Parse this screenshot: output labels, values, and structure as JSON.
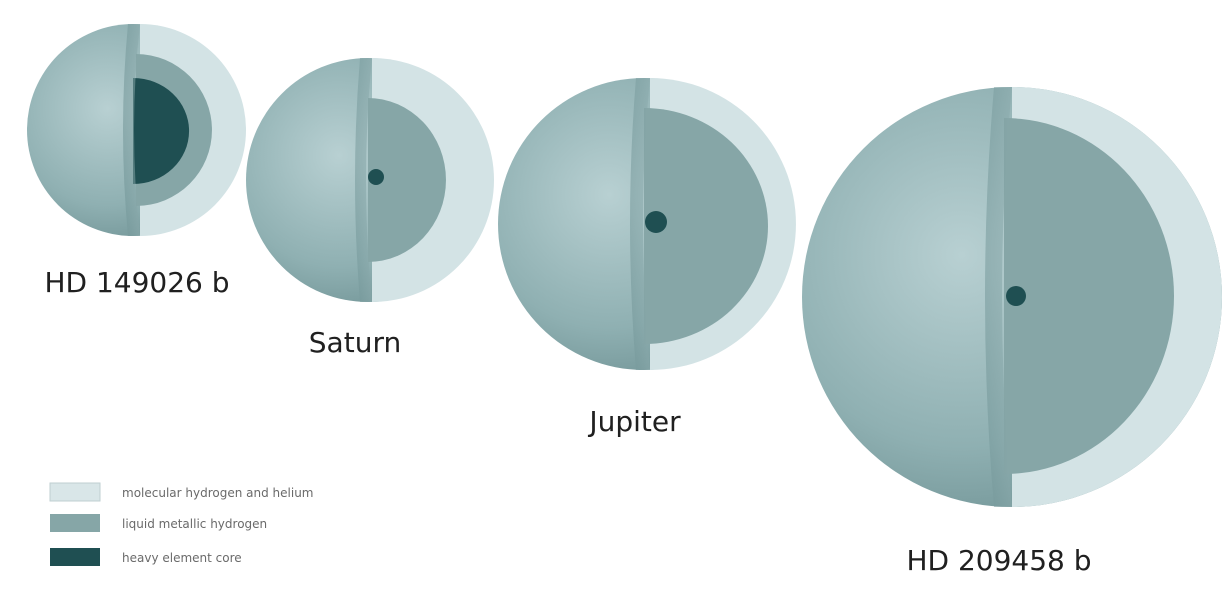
{
  "colors": {
    "molecular_layer": "#cfe0e2",
    "metallic_layer": "#86a6a7",
    "core": "#1f4f52",
    "outer_shell": "#8fb0b2",
    "text": "#202020",
    "legend_text": "#6a6a6a"
  },
  "planets": [
    {
      "id": "hd149026b",
      "name": "HD 149026 b"
    },
    {
      "id": "saturn",
      "name": "Saturn"
    },
    {
      "id": "jupiter",
      "name": "Jupiter"
    },
    {
      "id": "hd209458b",
      "name": "HD 209458 b"
    }
  ],
  "legend": [
    {
      "label": "molecular hydrogen and helium",
      "color": "#d9e6e8"
    },
    {
      "label": "liquid metallic hydrogen",
      "color": "#86a6a7"
    },
    {
      "label": "heavy element core",
      "color": "#1f4f52"
    }
  ]
}
